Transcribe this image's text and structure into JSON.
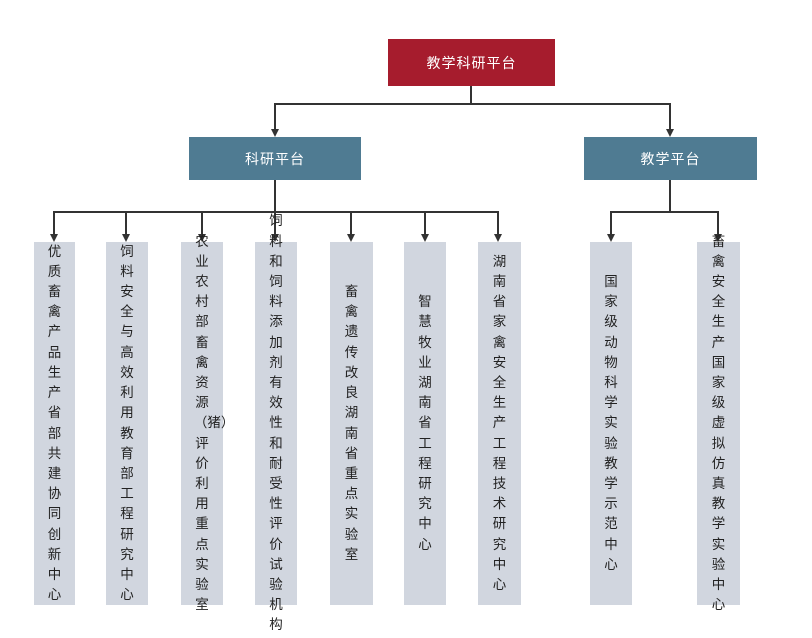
{
  "root": {
    "label": "教学科研平台"
  },
  "branches": [
    {
      "label": "科研平台",
      "children": [
        "优质畜禽产品生产省部共建协同创新中心",
        "饲料安全与高效利用教育部工程研究中心",
        "农业农村部畜禽资源（猪）评价利用重点实验室",
        "饲料和饲料添加剂有效性和耐受性评价试验机构",
        "畜禽遗传改良湖南省重点实验室",
        "智慧牧业湖南省工程研究中心",
        "湖南省家禽安全生产工程技术研究中心"
      ]
    },
    {
      "label": "教学平台",
      "children": [
        "国家级动物科学实验教学示范中心",
        "畜禽安全生产国家级虚拟仿真教学实验中心"
      ]
    }
  ],
  "colors": {
    "root": "#a61c2d",
    "branch": "#4f7b92",
    "leaf": "#d1d6df",
    "connector": "#333333"
  }
}
